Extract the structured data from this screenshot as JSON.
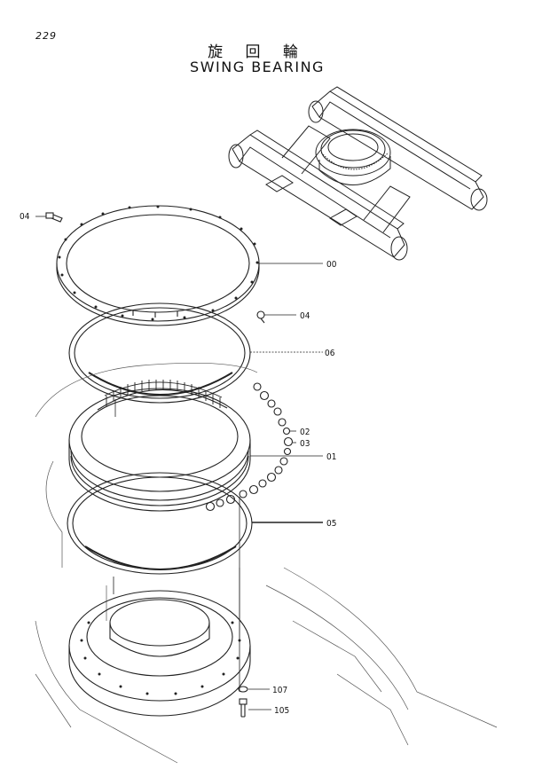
{
  "page_number": "229",
  "title_japanese": "旋 回 輪",
  "title_english": "SWING BEARING",
  "callouts": {
    "c04_left": "04",
    "c00": "00",
    "c04_right": "04",
    "c06": "06",
    "c02": "02",
    "c03": "03",
    "c01": "01",
    "c05": "05",
    "c107": "107",
    "c105": "105"
  }
}
